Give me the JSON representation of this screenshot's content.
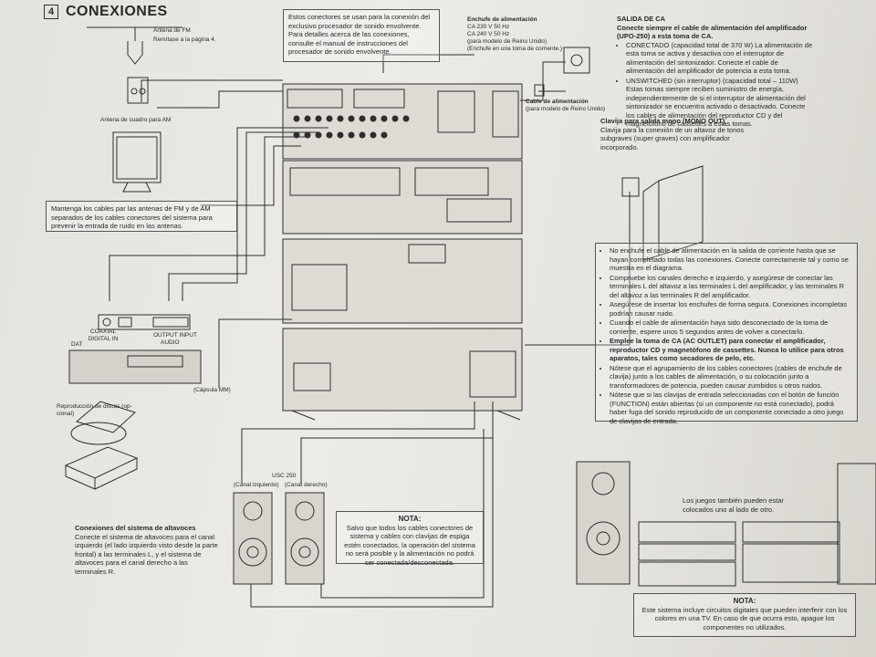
{
  "section": {
    "number": "4",
    "title": "CONEXIONES"
  },
  "labels": {
    "fm_antenna": "Antena de FM",
    "fm_antenna_ref": "Remítase a la página 4.",
    "am_antenna": "Antena de cuadro para AM",
    "keep_cables": "Mantenga los cables par las antenas de FM y de AM separados de los cables conectores del sistema para prevenir la entrada de ruido en las antenas.",
    "dat_label": "DAT",
    "coaxial": "COAXIAL\nDIGITAL IN",
    "audio": "AUDIO",
    "output_input": "OUTPUT   INPUT",
    "capsula_mm": "(Cápsula MM)",
    "turntable": "Reproducción de discos (op-cional)",
    "speaker_conn_title": "Conexiones del sistema de altavoces",
    "speaker_conn_text": "Conecte el sistema de altavoces para el canal izquierdo (el lado izquierdo visto desde la parte frontal) a las terminales L, y el sistema de altavoces para el canal derecho a las terminales R.",
    "usc": "USC 250",
    "canal_izq": "(Canal izquierdo)",
    "canal_der": "(Canal derecho)",
    "processor_note": "Estos conectores se usan para la conexión del exclusivo procesador de sonido envolvente. Para detalles acerca de las conexiones, consulte el manual de instrucciones del procesador de sonido envolvente.",
    "power_plug_title": "Enchufe de alimentación",
    "power_plug_1": "CA 230 V 50 Hz",
    "power_plug_2": "CA 240 V 50 Hz",
    "power_plug_3": "(para modelo de Reino Unido)",
    "power_plug_4": "(Enchufe en una toma de corriente.)",
    "power_cable": "Cable de alimentación",
    "power_cable_uk": "(para modelo de Reino Unido)",
    "nota_title": "NOTA:",
    "nota_text": "Salvo que todos los cables conectores de sistema y cables con clavijas de espiga estén conectados, la operación del sistema no será posible y la alimentación no podrá ser conectada/desconectada.",
    "nota2_title": "NOTA:",
    "nota2_text": "Este sistema incluye circuitos digitales que pueden interferir con los colores en una TV. En caso de que ocurra esto, apague los componentes no utilizados.",
    "side_by_side": "Los juegos también pueden estar colocados uno al lado de otro."
  },
  "ac_outlet": {
    "title": "SALIDA DE CA",
    "subtitle": "Conecte siempre el cable de alimentación del amplificador (UPO-250) a esta toma de CA.",
    "switched": "CONECTADO (capacidad total de 370 W) La alimentación de esta toma se activa y desactiva con el interruptor de alimentación del sintonizador. Conecte el cable de alimentación del amplificador de potencia a esta toma.",
    "unswitched": "UNSWITCHED (sin interruptor) (capacidad total – 110W) Estas tomas siempre reciben suministro de energía, independientemente de si el interruptor de alimentación del sintonizador se encuentra activado o desactivado. Conecte los cables de alimentación del reproductor CD y del magnetófono de cassettes a estas tomas."
  },
  "mono_out": {
    "title": "Clavija para salida mono (MONO OUT)",
    "text": "Clavija para la conexión de un altavoz de tonos subgraves (super graves) con amplificador incorporado."
  },
  "instructions": [
    "No enchufe el cable de alimentación en la salida de corriente hasta que se hayan completado todas las conexiones. Conecte correctamente tal y como se muestra en el diagrama.",
    "Compruebe los canales derecho e izquierdo, y asegúrese de conectar las terminales L del altavoz a las terminales L del amplificador, y las terminales R del altavoz a las terminales R del amplificador.",
    "Asegúrese de insertar los enchufes de forma segura. Conexiones incompletas podrían causar ruido.",
    "Cuando el cable de alimentación haya sido desconectado de la toma de corriente, espere unos 5 segundos antes de volver a conectarlo.",
    "Emplee la toma de CA (AC OUTLET) para conectar el amplificador, reproductor CD y magnetófono de cassettes. Nunca lo utilice para otros aparatos, tales como secadores de pelo, etc.",
    "Nótese que el agrupamiento de los cables conectores (cables de enchufe de clavija) junto a los cables de alimentación, o su colocación junto a transformadores de potencia, pueden causar zumbidos u otros ruidos.",
    "Nótese que si las clavijas de entrada seleccionadas con el botón de función (FUNCTION) están abiertas (si un componente no está conectado), podrá haber fuga del sonido reproducido de un componente conectado a otro juego de clavijas de entrada."
  ],
  "colors": {
    "line": "#2e2e2e",
    "panel": "#dcdad4",
    "paper": "#e8e6e1"
  }
}
